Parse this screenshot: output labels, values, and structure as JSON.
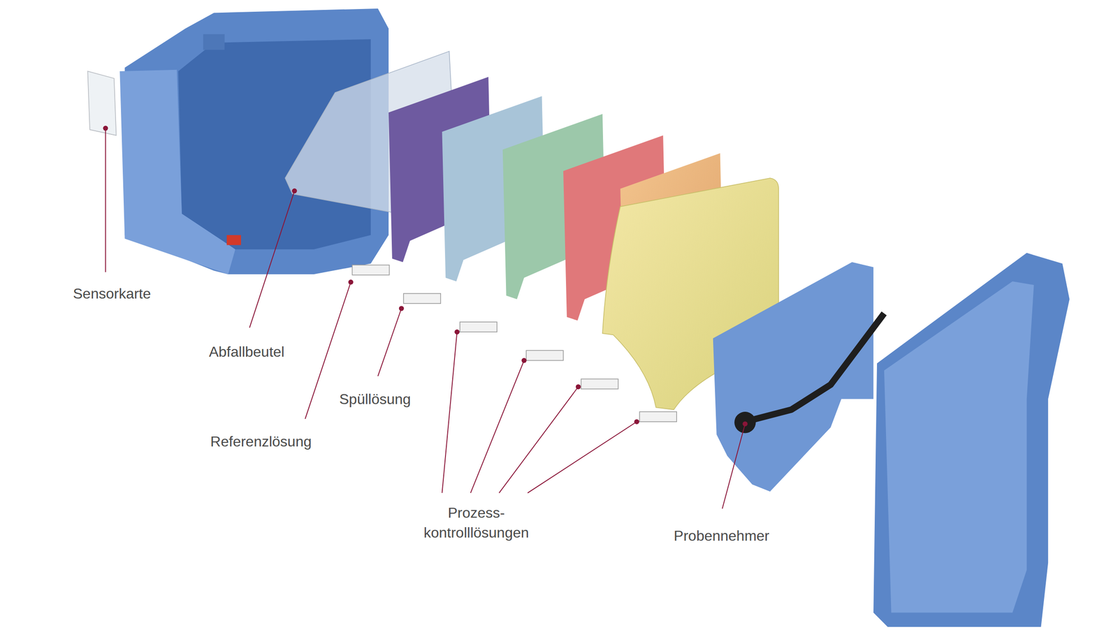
{
  "diagram": {
    "labels": [
      "Sensorkarte",
      "Abfallbeutel",
      "Referenzlösung",
      "Spüllösung",
      "Prozess- kontrolllösungen",
      "Probennehmer"
    ]
  }
}
